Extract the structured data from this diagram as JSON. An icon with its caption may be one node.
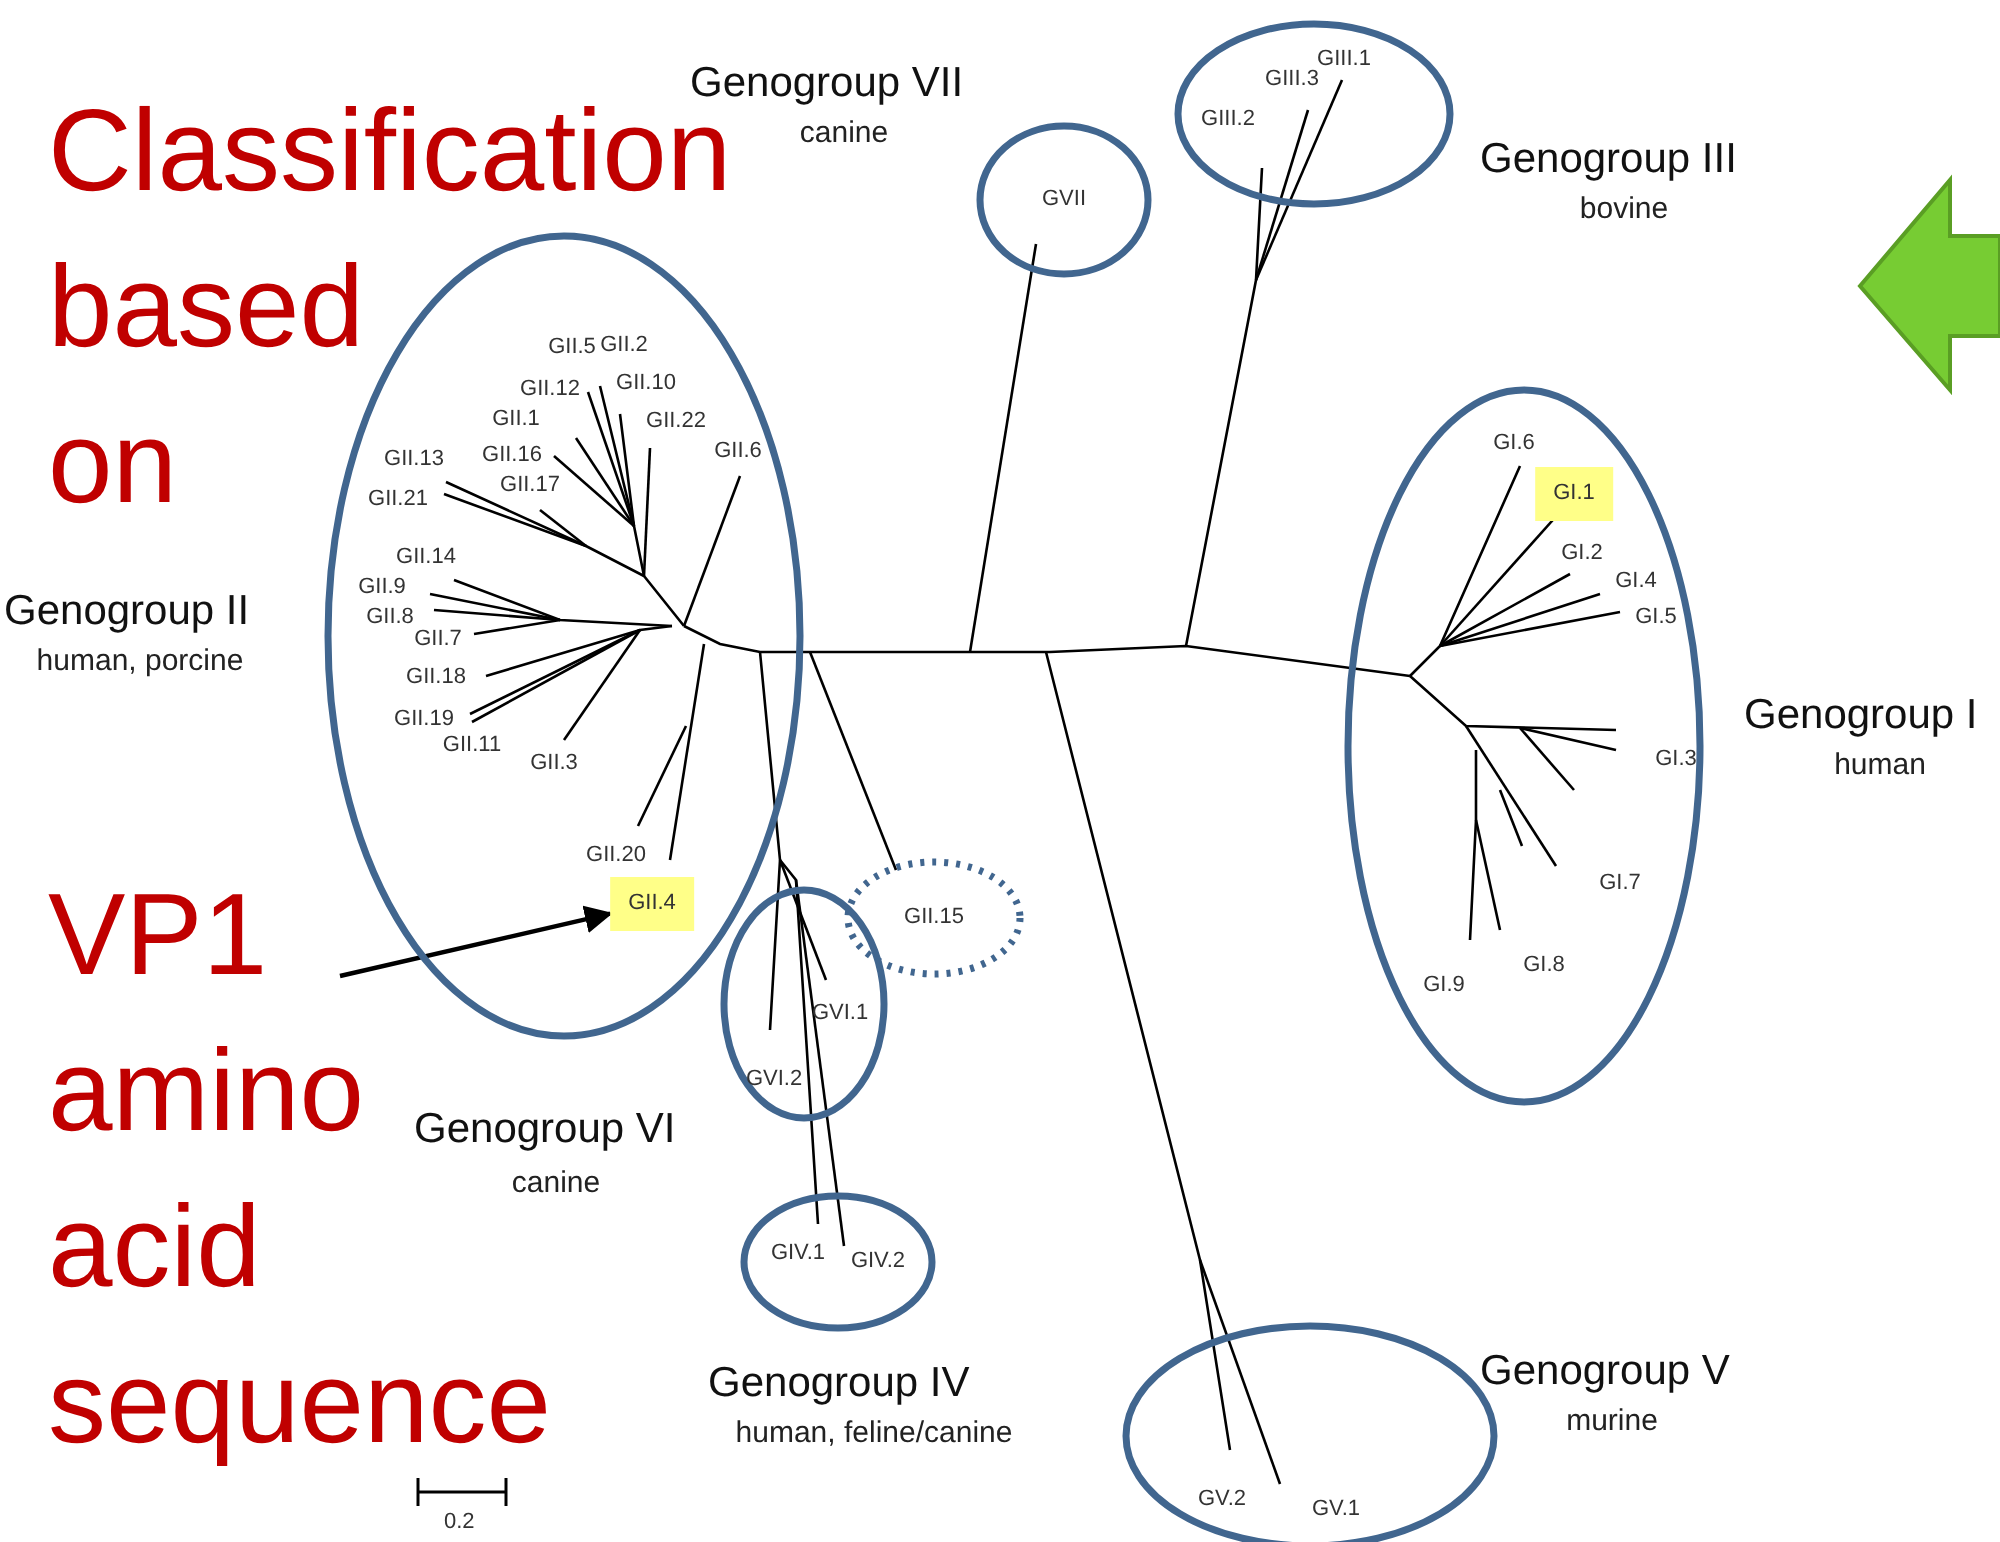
{
  "diagram": {
    "nodes": [
      {
        "text": [
          "Classification based on",
          "VP1 amino acid sequence"
        ]
      },
      {
        "text": [
          "Genogroup VII",
          "canine"
        ]
      },
      {
        "text": [
          "GVII"
        ],
        "in": 1
      },
      {
        "text": [
          "Genogroup III",
          "bovine"
        ]
      },
      {
        "text": [
          "GIII.1"
        ],
        "in": 3
      },
      {
        "text": [
          "GIII.3"
        ],
        "in": 3
      },
      {
        "text": [
          "GIII.2"
        ],
        "in": 3
      },
      {
        "text": [
          "Genogroup II",
          "human, porcine"
        ]
      },
      {
        "text": [
          "GII.5"
        ],
        "in": 7
      },
      {
        "text": [
          "GII.2"
        ],
        "in": 7
      },
      {
        "text": [
          "GII.12"
        ],
        "in": 7
      },
      {
        "text": [
          "GII.10"
        ],
        "in": 7
      },
      {
        "text": [
          "GII.1"
        ],
        "in": 7
      },
      {
        "text": [
          "GII.22"
        ],
        "in": 7
      },
      {
        "text": [
          "GII.16"
        ],
        "in": 7
      },
      {
        "text": [
          "GII.6"
        ],
        "in": 7
      },
      {
        "text": [
          "GII.13"
        ],
        "in": 7
      },
      {
        "text": [
          "GII.17"
        ],
        "in": 7
      },
      {
        "text": [
          "GII.21"
        ],
        "in": 7
      },
      {
        "text": [
          "GII.14"
        ],
        "in": 7
      },
      {
        "text": [
          "GII.9"
        ],
        "in": 7
      },
      {
        "text": [
          "GII.8"
        ],
        "in": 7
      },
      {
        "text": [
          "GII.7"
        ],
        "in": 7
      },
      {
        "text": [
          "GII.18"
        ],
        "in": 7
      },
      {
        "text": [
          "GII.19"
        ],
        "in": 7
      },
      {
        "text": [
          "GII.11"
        ],
        "in": 7
      },
      {
        "text": [
          "GII.3"
        ],
        "in": 7
      },
      {
        "text": [
          "GII.20"
        ],
        "in": 7
      },
      {
        "text": [
          "GII.4"
        ],
        "in": 7
      },
      {
        "text": [
          "Genogroup I",
          "human"
        ]
      },
      {
        "text": [
          "GI.6"
        ],
        "in": 29
      },
      {
        "text": [
          "GI.1"
        ],
        "in": 29
      },
      {
        "text": [
          "GI.2"
        ],
        "in": 29
      },
      {
        "text": [
          "GI.4"
        ],
        "in": 29
      },
      {
        "text": [
          "GI.5"
        ],
        "in": 29
      },
      {
        "text": [
          "GI.3"
        ],
        "in": 29
      },
      {
        "text": [
          "GI.7"
        ],
        "in": 29
      },
      {
        "text": [
          "GI.8"
        ],
        "in": 29
      },
      {
        "text": [
          "GI.9"
        ],
        "in": 29
      },
      {
        "text": [
          "GII.15"
        ]
      },
      {
        "text": [
          "Genogroup VI",
          "canine"
        ]
      },
      {
        "text": [
          "GVI.1"
        ],
        "in": 40
      },
      {
        "text": [
          "GVI.2"
        ],
        "in": 40
      },
      {
        "text": [
          "Genogroup IV",
          "human, feline/canine"
        ]
      },
      {
        "text": [
          "GIV.1"
        ],
        "in": 43
      },
      {
        "text": [
          "GIV.2"
        ],
        "in": 43
      },
      {
        "text": [
          "Genogroup V",
          "murine"
        ]
      },
      {
        "text": [
          "GV.2"
        ],
        "in": 46
      },
      {
        "text": [
          "GV.1"
        ],
        "in": 46
      }
    ],
    "edges": [
      {
        "from": 0,
        "to": 28,
        "arrow": "to"
      }
    ],
    "labels": [
      "0.2"
    ]
  }
}
